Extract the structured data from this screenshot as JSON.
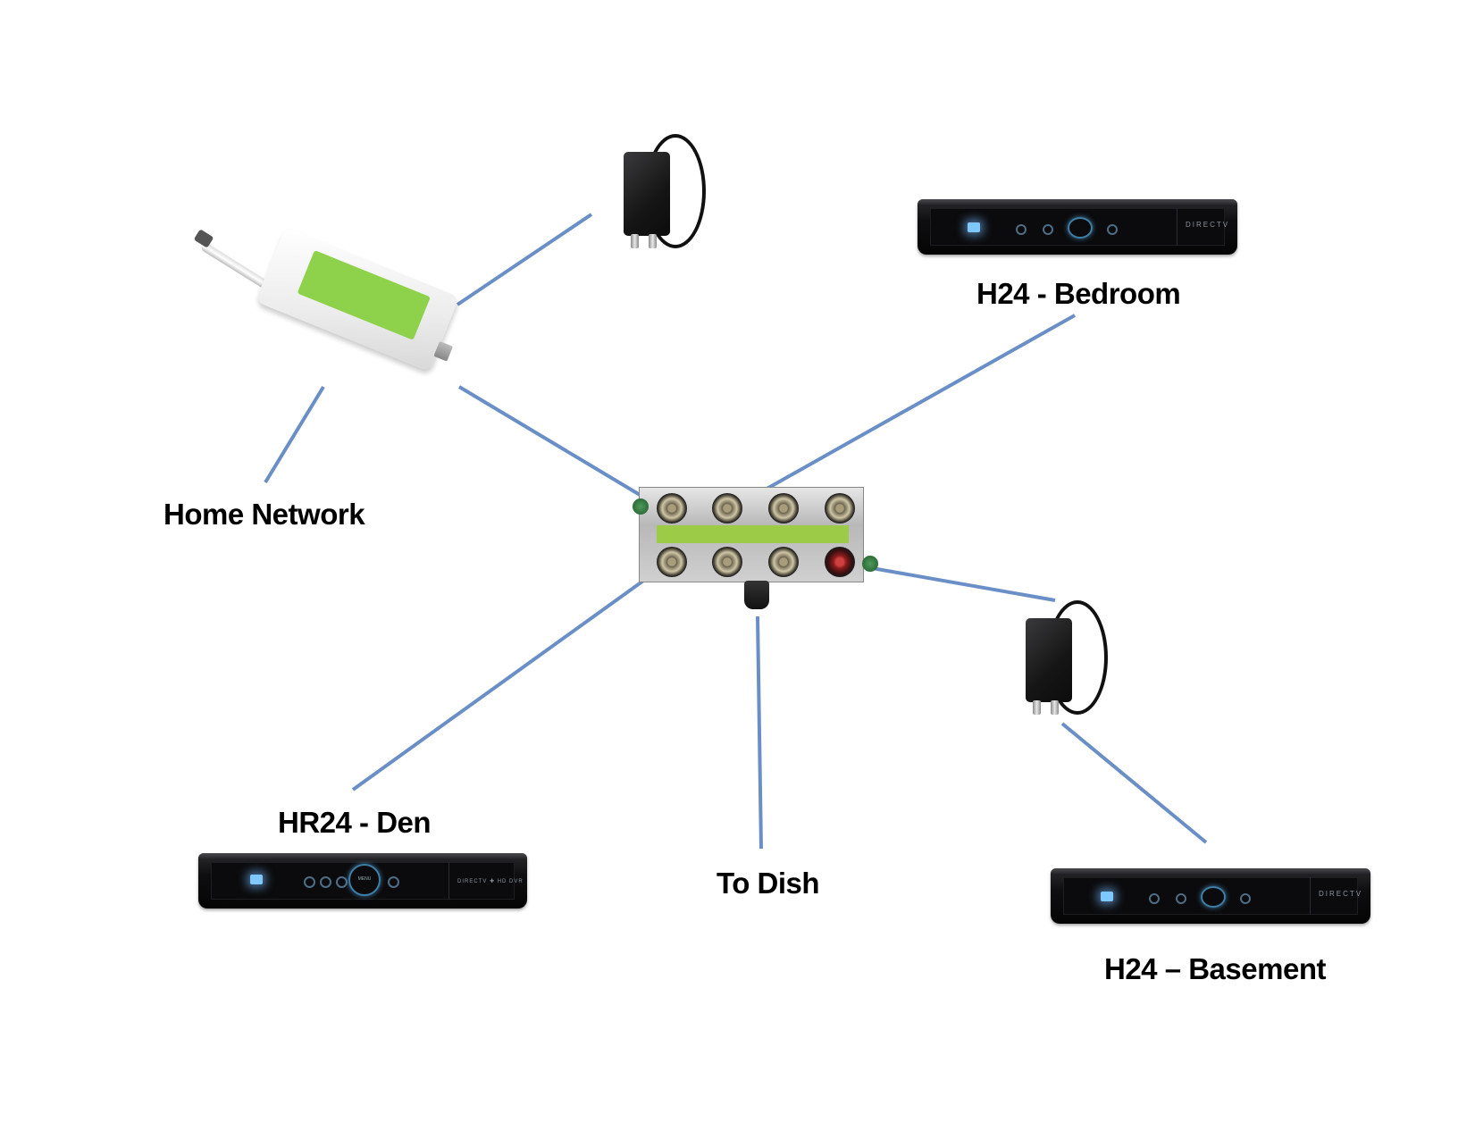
{
  "diagram": {
    "type": "home satellite SWM wiring diagram",
    "wire_color": "#6a8fc6",
    "nodes": [
      {
        "id": "swm-splitter",
        "kind": "8-way SWM splitter",
        "label": ""
      },
      {
        "id": "deca-module",
        "kind": "DECA broadband adapter",
        "label": ""
      },
      {
        "id": "power-inserter-top",
        "kind": "SWM power inserter",
        "label": ""
      },
      {
        "id": "power-inserter-bottom",
        "kind": "SWM power inserter",
        "label": ""
      },
      {
        "id": "receiver-bedroom",
        "kind": "receiver",
        "label": "H24 - Bedroom"
      },
      {
        "id": "receiver-den",
        "kind": "receiver",
        "label": "HR24 - Den"
      },
      {
        "id": "receiver-basement",
        "kind": "receiver",
        "label": "H24 – Basement"
      },
      {
        "id": "home-network",
        "kind": "network",
        "label": "Home Network"
      },
      {
        "id": "dish",
        "kind": "satellite dish",
        "label": "To Dish"
      }
    ],
    "edges": [
      {
        "from": "deca-module",
        "to": "power-inserter-top"
      },
      {
        "from": "deca-module",
        "to": "home-network"
      },
      {
        "from": "deca-module",
        "to": "swm-splitter"
      },
      {
        "from": "receiver-bedroom",
        "to": "swm-splitter"
      },
      {
        "from": "receiver-den",
        "to": "swm-splitter"
      },
      {
        "from": "dish",
        "to": "swm-splitter"
      },
      {
        "from": "power-inserter-bottom",
        "to": "swm-splitter"
      },
      {
        "from": "power-inserter-bottom",
        "to": "receiver-basement"
      }
    ]
  },
  "labels": {
    "home_network": "Home Network",
    "bedroom": "H24 - Bedroom",
    "den": "HR24 - Den",
    "dish": "To Dish",
    "basement": "H24 – Basement"
  },
  "device_text": {
    "den_brand": "DIRECTV ✚ HD DVR",
    "den_center_button": "MENU",
    "h24_brand": "DIRECTV"
  }
}
